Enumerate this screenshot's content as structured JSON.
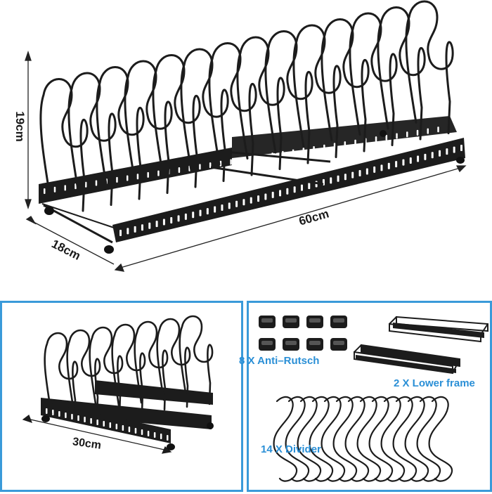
{
  "dimensions": {
    "height": "19cm",
    "depth": "18cm",
    "length": "60cm",
    "short_length": "30cm"
  },
  "parts": {
    "anti_slip": "8 X Anti–Rutsch",
    "lower_frame": "2 X Lower frame",
    "divider": "14 X Divider"
  },
  "colors": {
    "product": "#1c1c1c",
    "panel_border": "#3a9ad9",
    "label_accent": "#2a8fd6"
  },
  "icons": [
    "rack-illustration",
    "dimension-arrow",
    "rubber-foot-icon",
    "frame-icon",
    "divider-hook-icon"
  ]
}
